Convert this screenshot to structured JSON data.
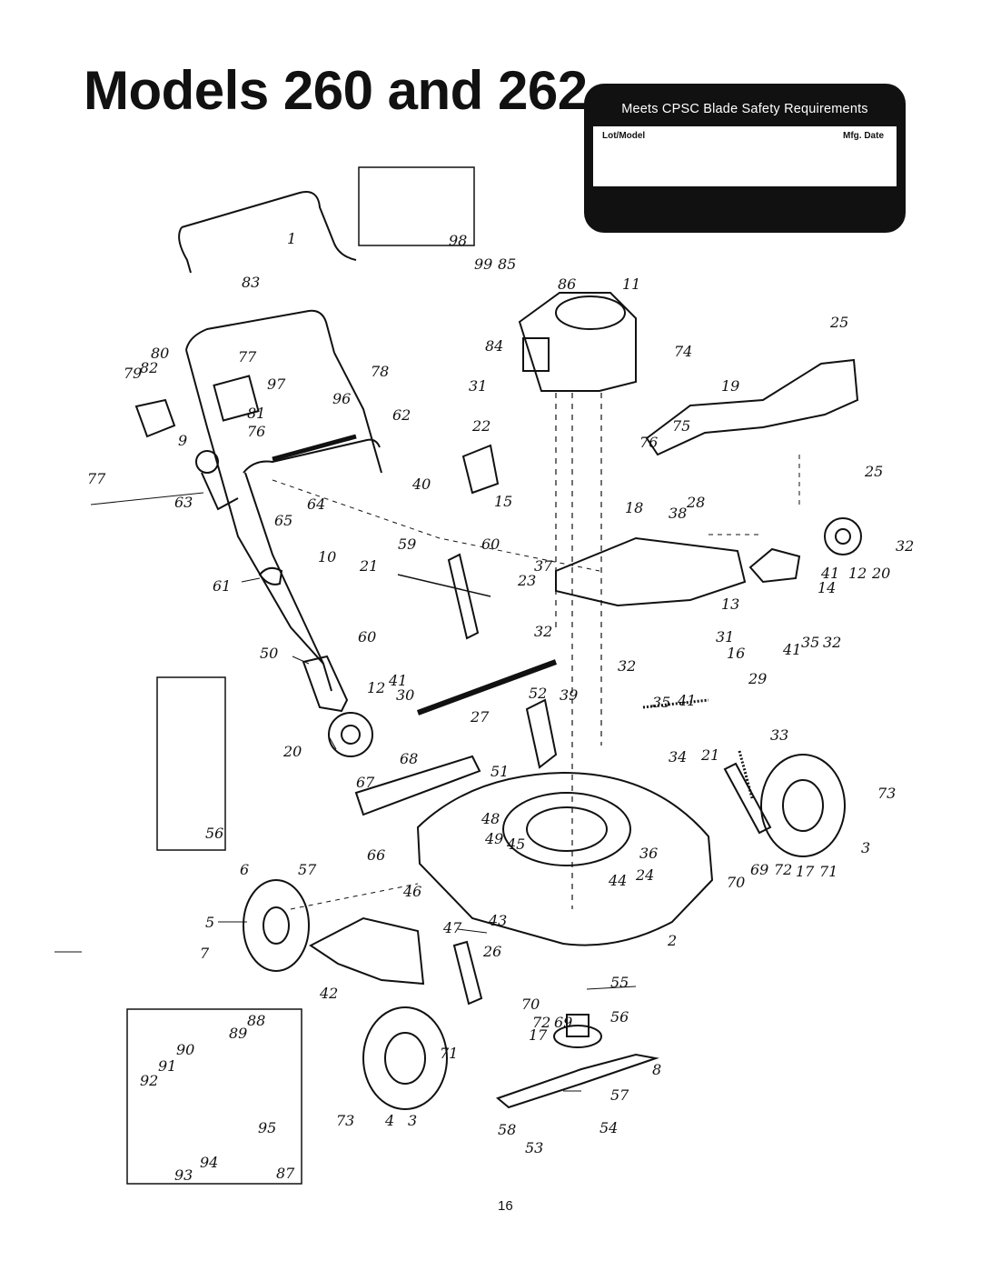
{
  "title": "Models 260 and 262",
  "safety_label": {
    "heading": "Meets CPSC Blade Safety Requirements",
    "lot_model": "Lot/Model",
    "mfg_date": "Mfg. Date"
  },
  "callouts": {
    "c1": "1",
    "c2": "2",
    "c3a": "3",
    "c3b": "3",
    "c4": "4",
    "c5": "5",
    "c6": "6",
    "c7": "7",
    "c8": "8",
    "c9": "9",
    "c10": "10",
    "c11": "11",
    "c12a": "12",
    "c12b": "12",
    "c13": "13",
    "c14": "14",
    "c15": "15",
    "c16": "16",
    "c17a": "17",
    "c17b": "17",
    "c18": "18",
    "c19": "19",
    "c20a": "20",
    "c20b": "20",
    "c21a": "21",
    "c21b": "21",
    "c22": "22",
    "c23": "23",
    "c24": "24",
    "c25a": "25",
    "c25b": "25",
    "c26": "26",
    "c27": "27",
    "c28": "28",
    "c29": "29",
    "c30": "30",
    "c31a": "31",
    "c31b": "31",
    "c32a": "32",
    "c32b": "32",
    "c32c": "32",
    "c32d": "32",
    "c33": "33",
    "c34": "34",
    "c35a": "35",
    "c35b": "35",
    "c36": "36",
    "c37": "37",
    "c38": "38",
    "c39": "39",
    "c40": "40",
    "c41a": "41",
    "c41b": "41",
    "c41c": "41",
    "c41d": "41",
    "c42": "42",
    "c43": "43",
    "c44": "44",
    "c45": "45",
    "c46": "46",
    "c47": "47",
    "c48": "48",
    "c49": "49",
    "c50": "50",
    "c51": "51",
    "c52": "52",
    "c53": "53",
    "c54": "54",
    "c55": "55",
    "c56a": "56",
    "c56b": "56",
    "c57a": "57",
    "c57b": "57",
    "c58": "58",
    "c59": "59",
    "c60a": "60",
    "c60b": "60",
    "c61": "61",
    "c62": "62",
    "c63": "63",
    "c64": "64",
    "c65": "65",
    "c66": "66",
    "c67": "67",
    "c68": "68",
    "c69a": "69",
    "c69b": "69",
    "c70a": "70",
    "c70b": "70",
    "c71a": "71",
    "c71b": "71",
    "c72a": "72",
    "c72b": "72",
    "c73a": "73",
    "c73b": "73",
    "c74": "74",
    "c75": "75",
    "c76a": "76",
    "c76b": "76",
    "c77a": "77",
    "c77b": "77",
    "c78": "78",
    "c79": "79",
    "c80": "80",
    "c81": "81",
    "c82": "82",
    "c83": "83",
    "c84": "84",
    "c85": "85",
    "c86": "86",
    "c87": "87",
    "c88": "88",
    "c89": "89",
    "c90": "90",
    "c91": "91",
    "c92": "92",
    "c93": "93",
    "c94": "94",
    "c95": "95",
    "c96": "96",
    "c97": "97",
    "c98": "98",
    "c99": "99"
  },
  "page_number": "16"
}
